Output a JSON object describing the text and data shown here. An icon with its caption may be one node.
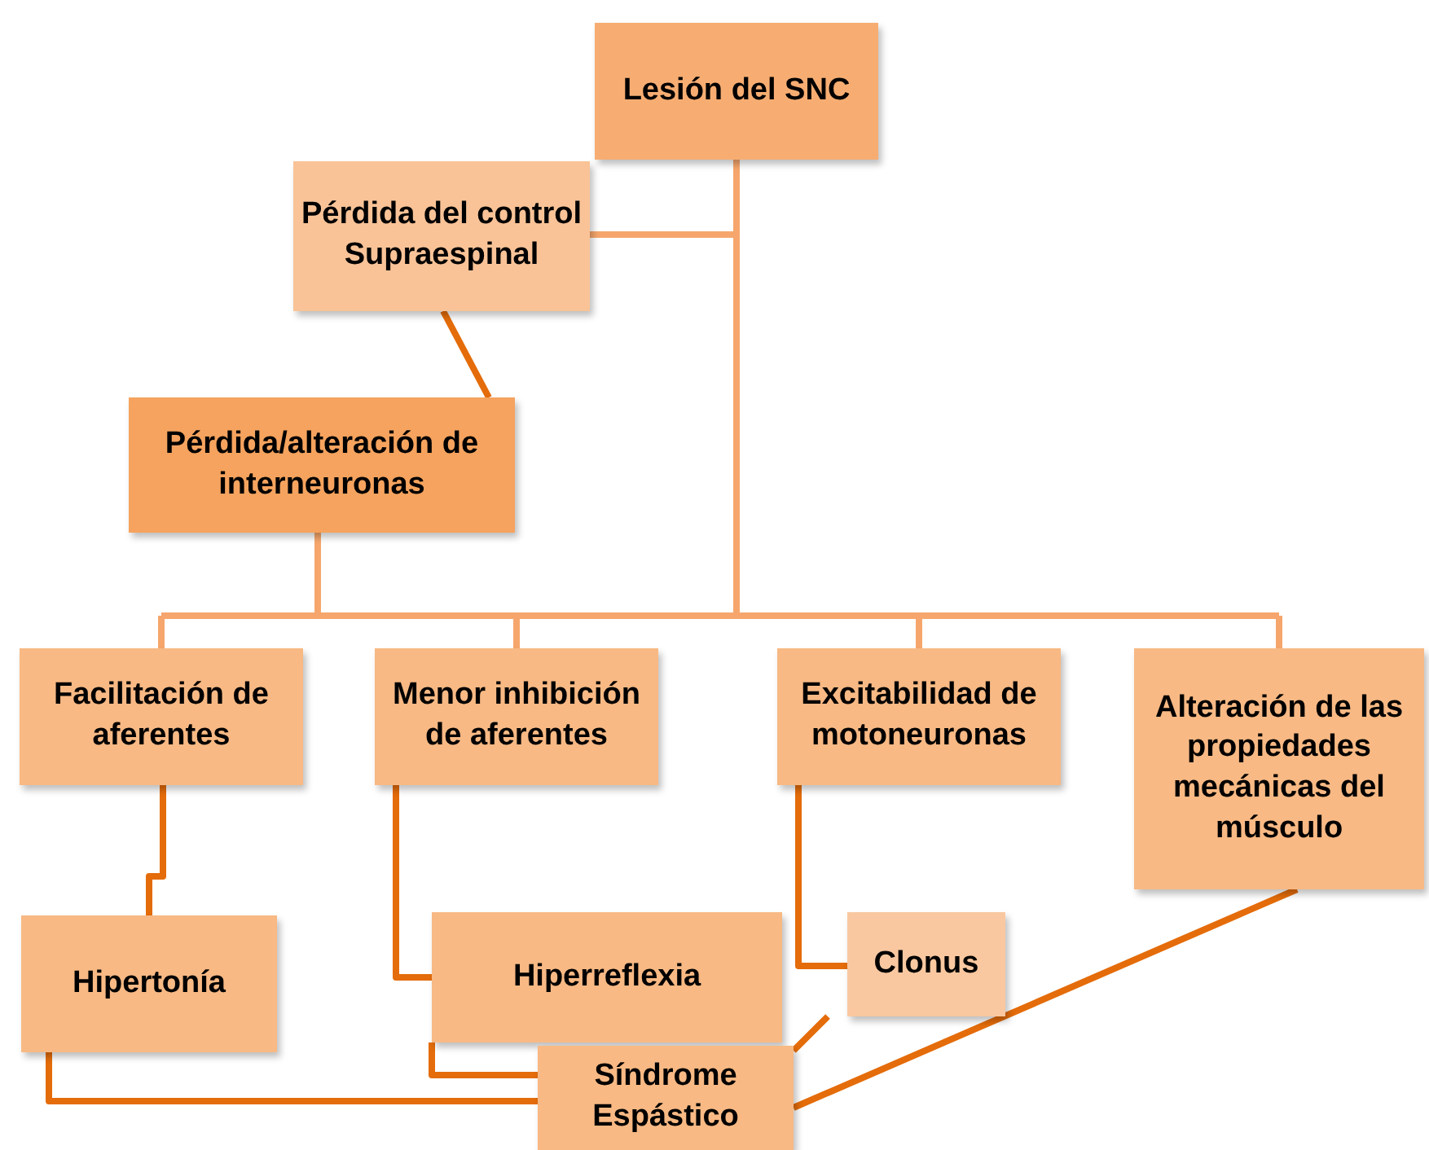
{
  "diagram": {
    "nodes": [
      {
        "text": [
          "Lesión del SNC"
        ]
      },
      {
        "text": [
          "Pérdida del control Supraespinal"
        ]
      },
      {
        "text": [
          "Pérdida/alteración de interneuronas"
        ]
      },
      {
        "text": [
          "Facilitación de aferentes"
        ]
      },
      {
        "text": [
          "Menor inhibición de aferentes"
        ]
      },
      {
        "text": [
          "Excitabilidad de motoneuronas"
        ]
      },
      {
        "text": [
          "Alteración de las propiedades mecánicas del músculo"
        ]
      },
      {
        "text": [
          "Hipertonía"
        ]
      },
      {
        "text": [
          "Hiperreflexia"
        ]
      },
      {
        "text": [
          "Clonus"
        ]
      },
      {
        "text": [
          "Síndrome Espástico"
        ]
      }
    ],
    "edges": [
      {
        "from": 0,
        "to": 1,
        "arrow": "none"
      },
      {
        "from": 0,
        "to": 3,
        "arrow": "none"
      },
      {
        "from": 0,
        "to": 4,
        "arrow": "none"
      },
      {
        "from": 0,
        "to": 5,
        "arrow": "none"
      },
      {
        "from": 0,
        "to": 6,
        "arrow": "none"
      },
      {
        "from": 1,
        "to": 2,
        "arrow": "none",
        "color": "#e46c0a"
      },
      {
        "from": 2,
        "to": 3,
        "arrow": "none"
      },
      {
        "from": 2,
        "to": 4,
        "arrow": "none"
      },
      {
        "from": 2,
        "to": 5,
        "arrow": "none"
      },
      {
        "from": 2,
        "to": 6,
        "arrow": "none"
      },
      {
        "from": 3,
        "to": 7,
        "arrow": "none",
        "color": "#e46c0a"
      },
      {
        "from": 4,
        "to": 8,
        "arrow": "none",
        "color": "#e46c0a"
      },
      {
        "from": 5,
        "to": 9,
        "arrow": "none",
        "color": "#e46c0a"
      },
      {
        "from": 7,
        "to": 10,
        "arrow": "none",
        "color": "#e46c0a"
      },
      {
        "from": 8,
        "to": 10,
        "arrow": "none",
        "color": "#e46c0a"
      },
      {
        "from": 9,
        "to": 10,
        "arrow": "none",
        "color": "#e46c0a"
      },
      {
        "from": 6,
        "to": 10,
        "arrow": "none",
        "color": "#e46c0a"
      }
    ]
  }
}
